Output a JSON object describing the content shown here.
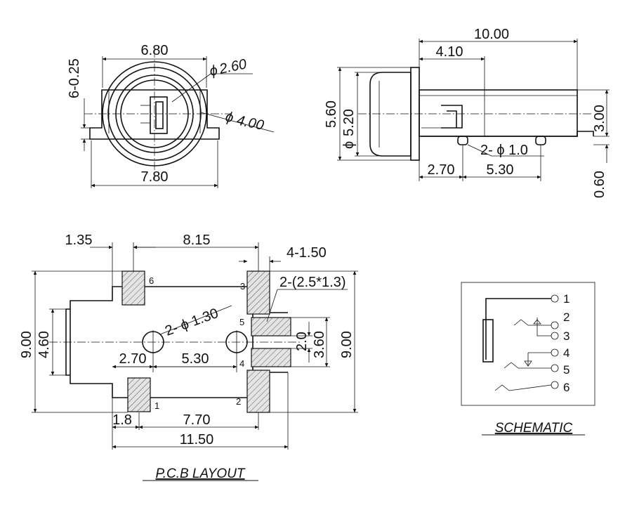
{
  "front_view": {
    "width_top": "6.80",
    "pitch": "6-0.25",
    "inner_dia": "2.60",
    "outer_dia": "4.00",
    "width_bottom": "7.80"
  },
  "side_view": {
    "length": "10.00",
    "flange_offset": "4.10",
    "height": "5.60",
    "dia": "5.20",
    "body_height": "3.00",
    "pin_dia": "2- ϕ 1.0",
    "pin_offset": "2.70",
    "pin_pitch": "5.30",
    "standoff": "0.60"
  },
  "pcb_layout": {
    "caption": "P.C.B LAYOUT",
    "dim_left": "1.35",
    "dim_span": "8.15",
    "pad_width": "4-1.50",
    "pad_size": "2-(2.5*1.3)",
    "hole_dia": "2- ϕ 1.30",
    "height_left": "9.00",
    "body_height": "4.60",
    "hole_offset": "2.70",
    "hole_pitch": "5.30",
    "pad_gap": "2.0",
    "pad_span": "3.60",
    "height_right": "9.00",
    "bottom_left": "1.8",
    "bottom_span": "7.70",
    "total_length": "11.50",
    "pin_labels": [
      "1",
      "2",
      "3",
      "4",
      "5",
      "6"
    ]
  },
  "schematic": {
    "caption": "SCHEMATIC",
    "pins": [
      "1",
      "2",
      "3",
      "4",
      "5",
      "6"
    ]
  }
}
